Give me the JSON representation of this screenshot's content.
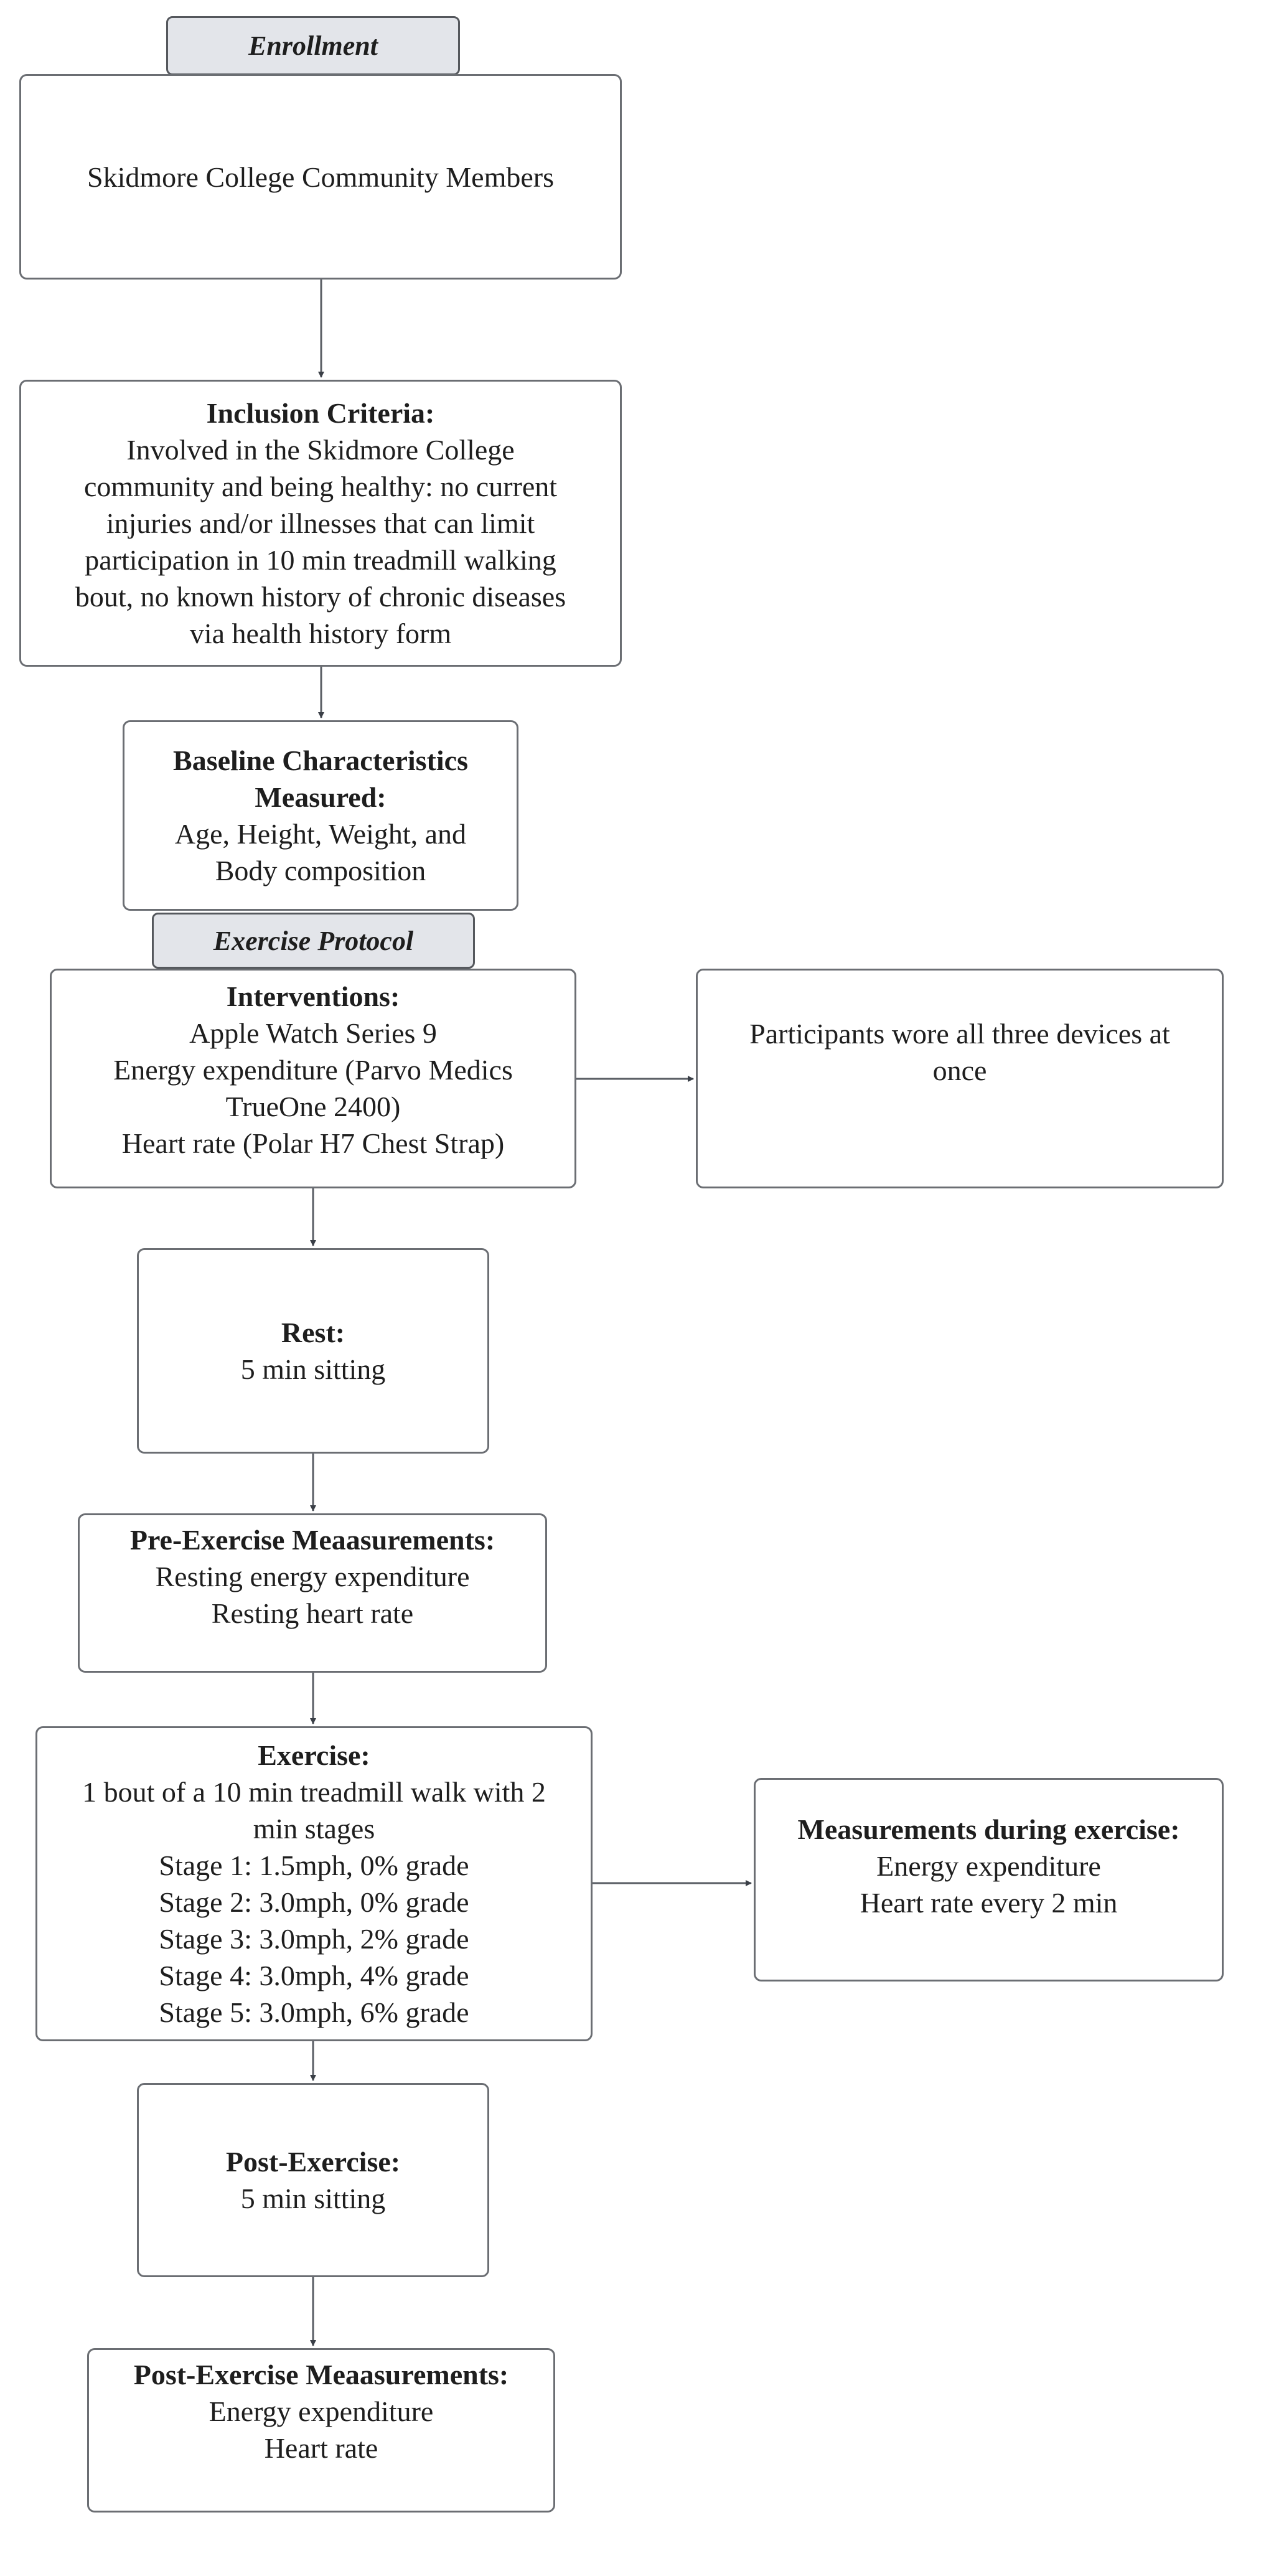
{
  "sections": {
    "enrollment": "Enrollment",
    "exercise_protocol": "Exercise Protocol"
  },
  "boxes": {
    "population": {
      "lines": [
        "Skidmore College Community Members"
      ]
    },
    "inclusion": {
      "title": "Inclusion Criteria:",
      "lines": [
        "Involved in the Skidmore College",
        "community and being healthy: no current",
        "injuries and/or illnesses that can limit",
        "participation in 10 min treadmill walking",
        "bout, no known history of chronic diseases",
        "via health history form"
      ]
    },
    "baseline": {
      "title_lines": [
        "Baseline Characteristics",
        "Measured:"
      ],
      "lines": [
        "Age, Height, Weight, and",
        "Body composition"
      ]
    },
    "interventions": {
      "title": "Interventions:",
      "lines": [
        "Apple Watch Series 9",
        "Energy expenditure (Parvo Medics",
        "TrueOne 2400)",
        "Heart rate (Polar H7 Chest Strap)"
      ]
    },
    "devices_note": {
      "lines": [
        "Participants wore all three devices at",
        "once"
      ]
    },
    "rest": {
      "title": "Rest:",
      "lines": [
        "5 min sitting"
      ]
    },
    "pre_exercise": {
      "title": "Pre-Exercise Meaasurements:",
      "lines": [
        "Resting energy expenditure",
        "Resting heart rate"
      ]
    },
    "exercise": {
      "title": "Exercise:",
      "lines": [
        "1 bout of a 10 min treadmill walk with 2",
        "min stages",
        "Stage 1: 1.5mph, 0% grade",
        "Stage 2: 3.0mph, 0% grade",
        "Stage 3: 3.0mph, 2% grade",
        "Stage 4: 3.0mph, 4% grade",
        "Stage 5: 3.0mph, 6% grade"
      ]
    },
    "during_exercise": {
      "title": "Measurements during exercise:",
      "lines": [
        "Energy expenditure",
        "Heart rate every 2 min"
      ]
    },
    "post_exercise": {
      "title": "Post-Exercise:",
      "lines": [
        "5 min sitting"
      ]
    },
    "post_measurements": {
      "title": "Post-Exercise Meaasurements:",
      "lines": [
        "Energy expenditure",
        "Heart rate"
      ]
    }
  },
  "colors": {
    "border": "#6b6e73",
    "tab_fill": "#e3e5ea",
    "arrow": "#3a3f47"
  }
}
